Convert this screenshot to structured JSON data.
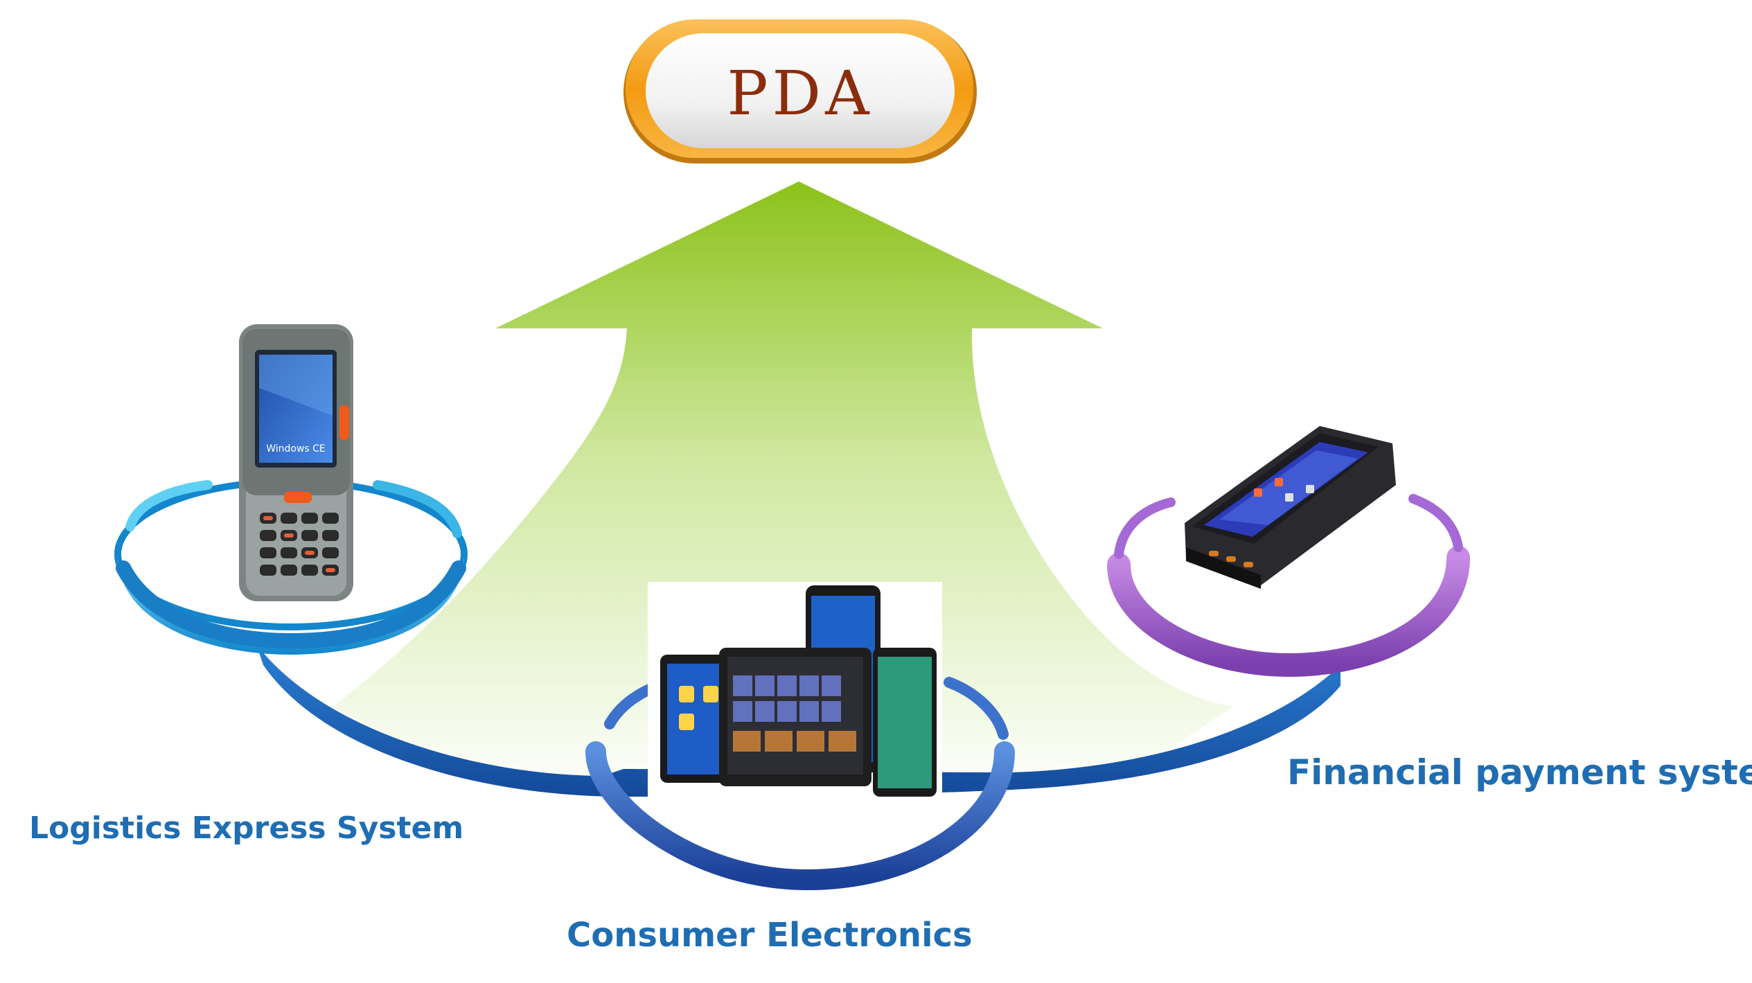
{
  "title": {
    "text": "PDA",
    "border_color": "#f6a623",
    "text_color": "#8b2d0c"
  },
  "arrow": {
    "color_top": "#8fc31f",
    "color_bottom": "#ffffff"
  },
  "systems": [
    {
      "label": "Logistics Express System",
      "ring_color": "#29b8e8",
      "device": "handheld-barcode-terminal",
      "screen_text": "Windows CE"
    },
    {
      "label": "Consumer Electronics",
      "ring_color": "#2f6bc4",
      "device": "tablets-group"
    },
    {
      "label": "Financial payment system",
      "ring_color": "#9b59c9",
      "device": "payment-terminal"
    }
  ],
  "label_color": "#1f6db2"
}
